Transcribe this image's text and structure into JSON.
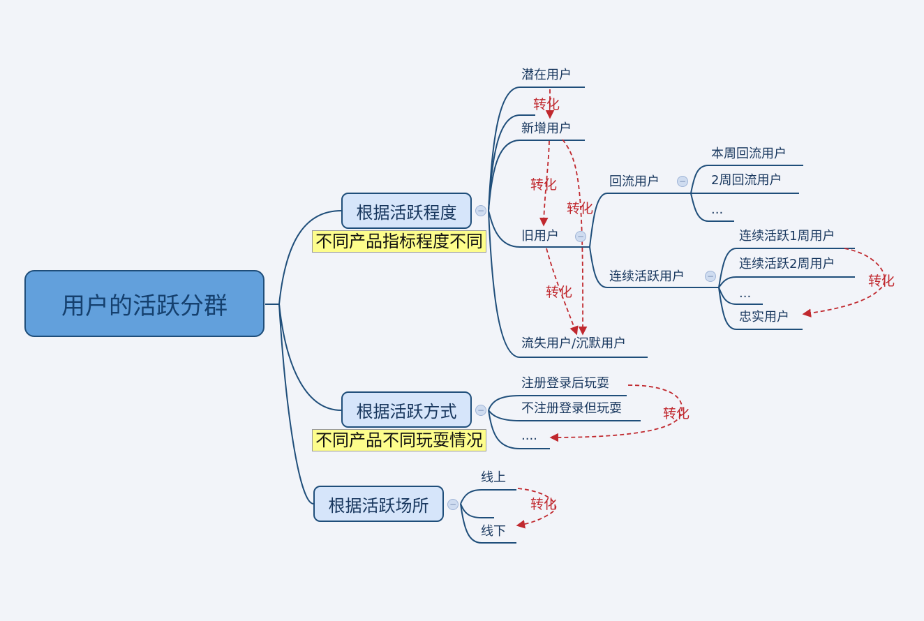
{
  "root": {
    "title": "用户的活跃分群"
  },
  "branches": [
    {
      "title": "根据活跃程度",
      "note": "不同产品指标程度不同",
      "children": [
        {
          "label": "潜在用户"
        },
        {
          "label": "新增用户"
        },
        {
          "label": "旧用户",
          "children": [
            {
              "label": "回流用户",
              "children": [
                {
                  "label": "本周回流用户"
                },
                {
                  "label": "2周回流用户"
                },
                {
                  "label": "..."
                }
              ]
            },
            {
              "label": "连续活跃用户",
              "children": [
                {
                  "label": "连续活跃1周用户"
                },
                {
                  "label": "连续活跃2周用户"
                },
                {
                  "label": "..."
                },
                {
                  "label": "忠实用户"
                }
              ]
            }
          ]
        },
        {
          "label": "流失用户/沉默用户"
        }
      ]
    },
    {
      "title": "根据活跃方式",
      "note": "不同产品不同玩耍情况",
      "children": [
        {
          "label": "注册登录后玩耍"
        },
        {
          "label": "不注册登录但玩耍"
        },
        {
          "label": "...."
        }
      ]
    },
    {
      "title": "根据活跃场所",
      "children": [
        {
          "label": "线上"
        },
        {
          "label": "线下"
        }
      ]
    }
  ],
  "relations": {
    "label": "转化",
    "items": [
      {
        "from": "潜在用户",
        "to": "新增用户",
        "label": "转化"
      },
      {
        "from": "新增用户",
        "to": "旧用户",
        "label": "转化"
      },
      {
        "from": "新增用户",
        "to": "流失用户/沉默用户",
        "label": "转化"
      },
      {
        "from": "旧用户",
        "to": "流失用户/沉默用户",
        "label": "转化"
      },
      {
        "from": "连续活跃1周用户",
        "to": "忠实用户",
        "label": "转化"
      },
      {
        "from": "注册登录后玩耍",
        "to": "....",
        "label": "转化"
      },
      {
        "from": "线上",
        "to": "线下",
        "label": "转化"
      }
    ]
  },
  "collapse_icon": "minus-circle-icon",
  "colors": {
    "background": "#f2f4f9",
    "line": "#1f4e7a",
    "root_fill": "#62a0dc",
    "branch_fill": "#d6e5fa",
    "note_fill": "#fdfd8c",
    "relation": "#c0282e",
    "text": "#17365d"
  }
}
